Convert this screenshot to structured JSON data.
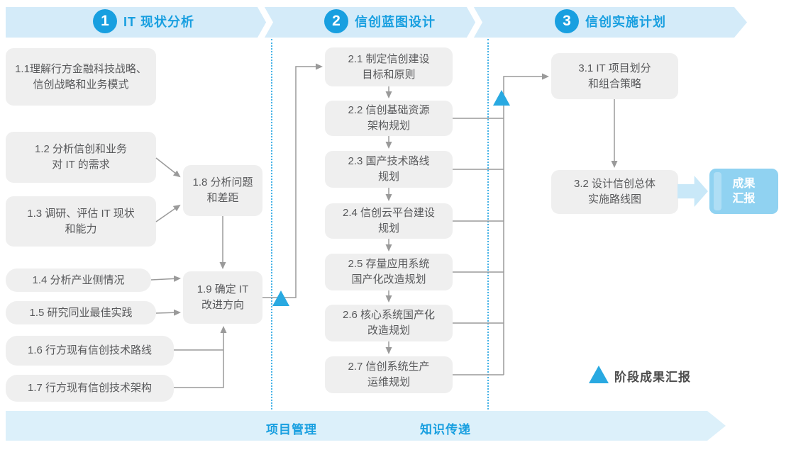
{
  "phases": [
    {
      "number": "1",
      "title": "IT 现状分析"
    },
    {
      "number": "2",
      "title": "信创蓝图设计"
    },
    {
      "number": "3",
      "title": "信创实施计划"
    }
  ],
  "steps": {
    "s11": {
      "l1": "1.1理解行方金融科技战略、",
      "l2": "信创战略和业务模式"
    },
    "s12": {
      "l1": "1.2 分析信创和业务",
      "l2": "对 IT 的需求"
    },
    "s13": {
      "l1": "1.3 调研、评估 IT 现状",
      "l2": "和能力"
    },
    "s14": {
      "l1": "1.4 分析产业侧情况"
    },
    "s15": {
      "l1": "1.5 研究同业最佳实践"
    },
    "s16": {
      "l1": "1.6 行方现有信创技术路线"
    },
    "s17": {
      "l1": "1.7 行方现有信创技术架构"
    },
    "s18": {
      "l1": "1.8 分析问题",
      "l2": "和差距"
    },
    "s19": {
      "l1": "1.9 确定 IT",
      "l2": "改进方向"
    },
    "s21": {
      "l1": "2.1 制定信创建设",
      "l2": "目标和原则"
    },
    "s22": {
      "l1": "2.2 信创基础资源",
      "l2": "架构规划"
    },
    "s23": {
      "l1": "2.3 国产技术路线",
      "l2": "规划"
    },
    "s24": {
      "l1": "2.4 信创云平台建设",
      "l2": "规划"
    },
    "s25": {
      "l1": "2.5 存量应用系统",
      "l2": "国产化改造规划"
    },
    "s26": {
      "l1": "2.6 核心系统国产化",
      "l2": "改造规划"
    },
    "s27": {
      "l1": "2.7 信创系统生产",
      "l2": "运维规划"
    },
    "s31": {
      "l1": "3.1 IT 项目划分",
      "l2": "和组合策略"
    },
    "s32": {
      "l1": "3.2 设计信创总体",
      "l2": "实施路线图"
    }
  },
  "result_box": {
    "l1": "成果",
    "l2": "汇报"
  },
  "legend": {
    "label": "阶段成果汇报"
  },
  "bottom_band": {
    "left_label": "项目管理",
    "right_label": "知识传递"
  },
  "colors": {
    "accent_blue": "#189fe0",
    "band_blue": "#d4ebf9",
    "bottom_band_blue": "#dcf0fa",
    "triangle_blue": "#29a9e1",
    "box_gray": "#efefef",
    "box_text_gray": "#58595b",
    "connector_gray": "#9a9a9a",
    "result_box_blue": "#90d2f1",
    "result_arrow_blue": "#c9e8f8"
  }
}
